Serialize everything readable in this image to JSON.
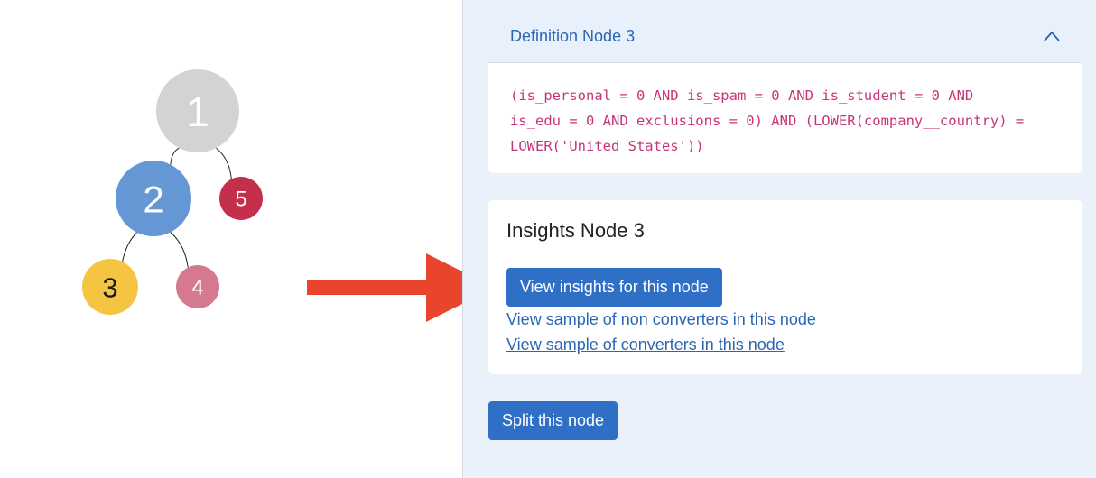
{
  "tree": {
    "nodes": [
      {
        "id": "1",
        "label": "1",
        "color": "#d3d3d3",
        "text_color": "#ffffff"
      },
      {
        "id": "2",
        "label": "2",
        "color": "#6497d4",
        "text_color": "#ffffff"
      },
      {
        "id": "3",
        "label": "3",
        "color": "#f6c443",
        "text_color": "#1a1a1a"
      },
      {
        "id": "4",
        "label": "4",
        "color": "#d47990",
        "text_color": "#ffffff"
      },
      {
        "id": "5",
        "label": "5",
        "color": "#c4304c",
        "text_color": "#ffffff"
      }
    ],
    "edges": [
      [
        "1",
        "2"
      ],
      [
        "1",
        "5"
      ],
      [
        "2",
        "3"
      ],
      [
        "2",
        "4"
      ]
    ],
    "selected_node": "3"
  },
  "arrow": {
    "color": "#e8452c"
  },
  "definition": {
    "title": "Definition Node 3",
    "code_lines": [
      "(is_personal = 0 AND is_spam = 0 AND is_student = 0 AND",
      "is_edu = 0 AND exclusions = 0) AND (LOWER(company__country) =",
      "LOWER('United States'))"
    ],
    "expanded": true
  },
  "insights": {
    "title": "Insights Node 3",
    "view_insights_label": "View insights for this node",
    "non_converters_link": "View sample of non converters in this node",
    "converters_link": "View sample of converters in this node"
  },
  "actions": {
    "split_label": "Split this node"
  },
  "colors": {
    "accent": "#2f6fc6",
    "link": "#2b66b3",
    "code": "#c7347a",
    "panel_bg": "#eaf1fa"
  }
}
